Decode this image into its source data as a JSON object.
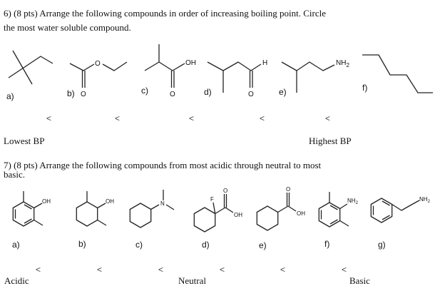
{
  "q6": {
    "line1": "6) (8 pts) Arrange the following compounds in order of increasing boiling point.  Circle",
    "line2": "the most water soluble compound.",
    "labels": [
      "a)",
      "b)",
      "c)",
      "d)",
      "e)",
      "f)"
    ],
    "atoms": {
      "b_O_ester": "O",
      "b_O_carbonyl": "O",
      "c_OH": "OH",
      "c_O": "O",
      "d_H": "H",
      "d_O": "O",
      "e_NH": "NH",
      "e_sub": "2"
    },
    "less_than": "<",
    "lowest": "Lowest BP",
    "highest": "Highest BP"
  },
  "q7": {
    "line1": "7) (8 pts) Arrange the following compounds from most acidic through neutral to most",
    "line2": "basic.",
    "labels": [
      "a)",
      "b)",
      "c)",
      "d)",
      "e)",
      "f)",
      "g)"
    ],
    "atoms": {
      "a_OH": "OH",
      "b_OH": "OH",
      "c_N": "N",
      "d_F": "F",
      "d_O": "O",
      "d_OH": "OH",
      "e_O": "O",
      "e_OH": "OH",
      "f_NH": "NH",
      "f_sub": "2",
      "g_NH": "NH",
      "g_sub": "2"
    },
    "less_than": "<",
    "acidic": "Acidic",
    "neutral": "Neutral",
    "basic": "Basic"
  }
}
